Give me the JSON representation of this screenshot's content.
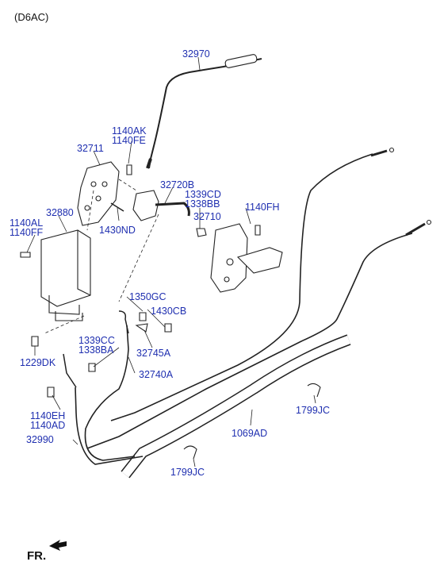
{
  "variant": "(D6AC)",
  "front_label": "FR.",
  "parts": {
    "p32970": "32970",
    "p1140AK": "1140AK",
    "p1140FE": "1140FE",
    "p32711": "32711",
    "p32720B": "32720B",
    "p1339CD": "1339CD",
    "p1338BB": "1338BB",
    "p32880": "32880",
    "p1140AL": "1140AL",
    "p1140FF": "1140FF",
    "p1430ND": "1430ND",
    "p32710": "32710",
    "p1140FH": "1140FH",
    "p1350GC": "1350GC",
    "p1430CB": "1430CB",
    "p32745A": "32745A",
    "p1339CC": "1339CC",
    "p1338BA": "1338BA",
    "p1229DK": "1229DK",
    "p32740A": "32740A",
    "p1140EH": "1140EH",
    "p1140AD": "1140AD",
    "p32990": "32990",
    "p1799JC_a": "1799JC",
    "p1069AD": "1069AD",
    "p1799JC_b": "1799JC"
  }
}
